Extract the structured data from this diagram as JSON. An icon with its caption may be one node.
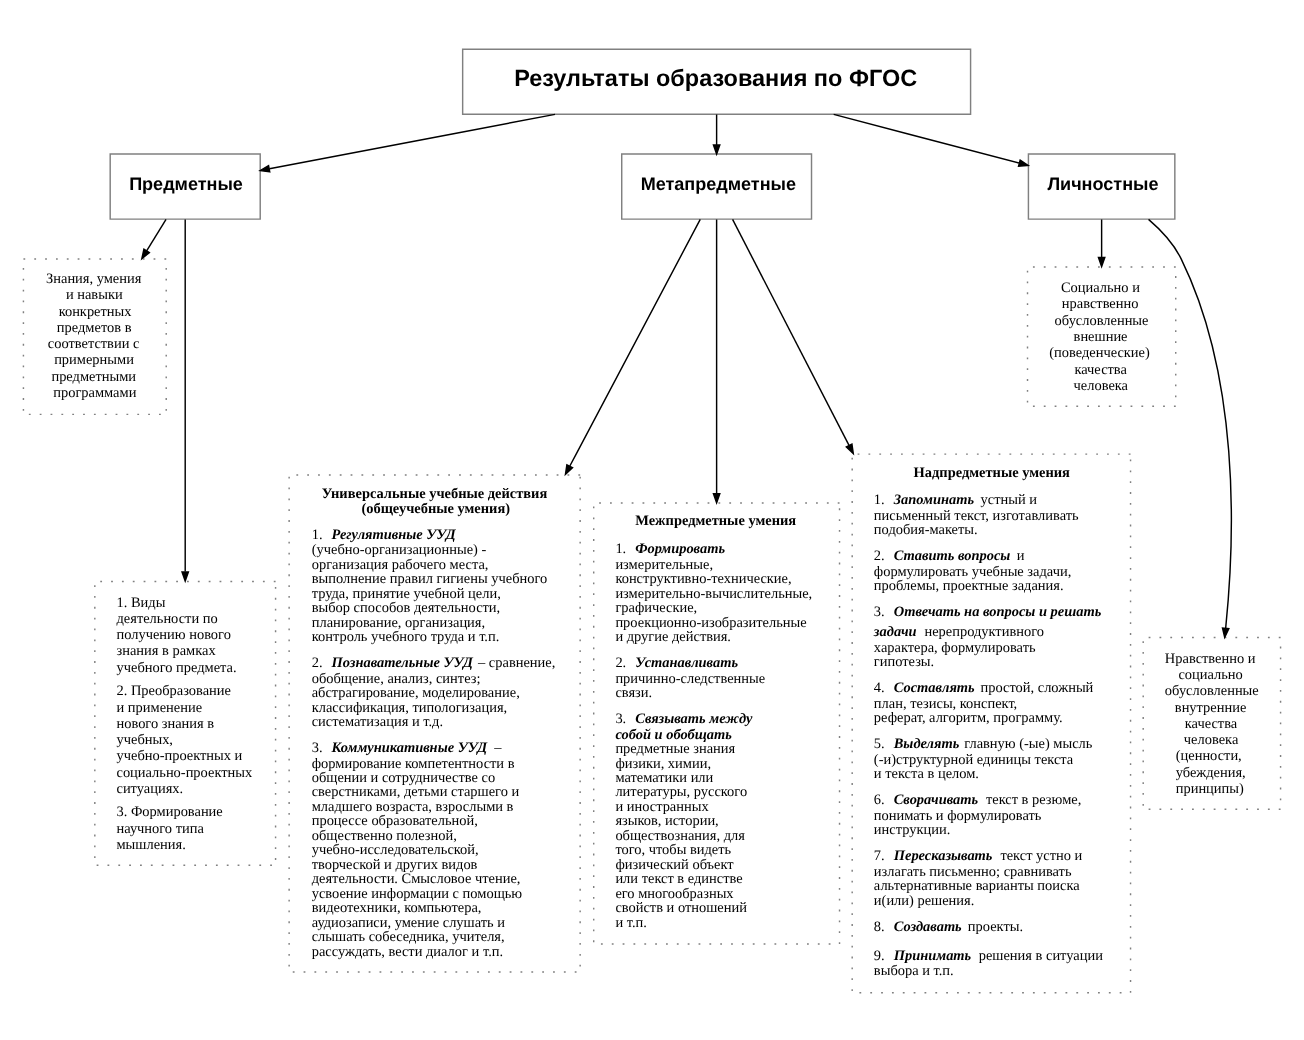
{
  "diagram": {
    "nodes": [
      {
        "text": [
          "Результаты образования по ФГОС"
        ]
      },
      {
        "text": [
          "Предметные"
        ]
      },
      {
        "text": [
          "Метапредметные"
        ]
      },
      {
        "text": [
          "Личностные"
        ]
      },
      {
        "text": [
          "Знания, умения и навыки конкретных предметов в соответствии с примерными предметными программами"
        ]
      },
      {
        "text": [
          "1. Виды деятельности по получению нового знания в рамках учебного предмета.",
          "2. Преобразование и применение нового знания в учебных, учебно-проектных и социально-проектных ситуациях.",
          "3. Формирование научного типа мышления."
        ]
      },
      {
        "text": [
          "Универсальные учебные действия (общеучебные умения)",
          "1. **Регулятивные УУД** (учебно-организационные) - организация рабочего места, выполнение правил гигиены учебного труда, принятие учебной цели, выбор способов деятельности, планирование, организация, контроль учебного труда и т.п.",
          "2. **Познавательные УУД** – сравнение, обобщение, анализ, синтез; абстрагирование, моделирование, классификация, типологизация, систематизация и т.д.",
          "3. **Коммуникативные УУД** – формирование компетентности в общении и сотрудничестве со сверстниками, детьми старшего и младшего возраста, взрослыми в процессе образовательной, общественно полезной, учебно-исследовательской, творческой и других видов деятельности. Смысловое чтение, усвоение информации с помощью видеотехники, компьютера, аудиозаписи, умение слушать и слышать собеседника, учителя, рассуждать, вести диалог и т.п."
        ]
      },
      {
        "text": [
          "Межпредметные умения",
          "1. **Формировать** измерительные, конструктивно-технические, измерительно-вычислительные, графические, проекционно-изобразительные и другие действия.",
          "2. **Устанавливать** причинно-следственные связи.",
          "3. **Связывать между собой и обобщать** предметные знания физики, химии, математики или литературы, русского и иностранных языков, истории, обществознания, для того, чтобы видеть физический объект или текст в единстве его многообразных свойств и отношений и т.п."
        ]
      },
      {
        "text": [
          "Надпредметные умения",
          "1. **Запоминать** устный и письменный текст, изготавливать подобия-макеты.",
          "2. **Ставить вопросы** и формулировать учебные задачи, проблемы, проектные задания.",
          "3. **Отвечать на вопросы и решать задачи** нерепродуктивного характера, формулировать гипотезы.",
          "4. **Составлять** простой, сложный план, тезисы, конспект, реферат, алгоритм, программу.",
          "5. **Выделять** главную (-ые) мысль (-и)структурной единицы текста и текста в целом.",
          "6. **Сворачивать** текст в резюме, понимать и формулировать инструкции.",
          "7. **Пересказывать** текст устно и излагать письменно; сравнивать альтернативные варианты поиска и(или) решения.",
          "8. **Создавать** проекты.",
          "9. **Принимать** решения в ситуации выбора и т.п."
        ]
      },
      {
        "text": [
          "Социально и нравственно обусловленные внешние (поведенческие) качества человека"
        ]
      },
      {
        "text": [
          "Нравственно и социально обусловленные внутренние качества человека (ценности, убеждения, принципы)"
        ]
      }
    ],
    "edges": [
      {
        "from": 0,
        "to": 1,
        "arrow": "to"
      },
      {
        "from": 0,
        "to": 2,
        "arrow": "to"
      },
      {
        "from": 0,
        "to": 3,
        "arrow": "to"
      },
      {
        "from": 1,
        "to": 4,
        "arrow": "to"
      },
      {
        "from": 1,
        "to": 5,
        "arrow": "to"
      },
      {
        "from": 2,
        "to": 6,
        "arrow": "to"
      },
      {
        "from": 2,
        "to": 7,
        "arrow": "to"
      },
      {
        "from": 2,
        "to": 8,
        "arrow": "to"
      },
      {
        "from": 3,
        "to": 9,
        "arrow": "to"
      },
      {
        "from": 3,
        "to": 10,
        "arrow": "to"
      }
    ]
  }
}
